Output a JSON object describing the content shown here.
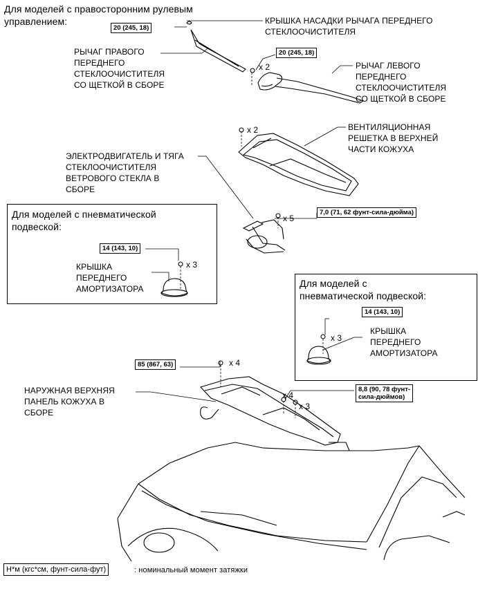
{
  "notes": {
    "rhd_models": "Для моделей с правосторонним рулевым\nуправлением:",
    "air_suspension_left": "Для моделей с пневматической\nподвеской:",
    "air_suspension_right": "Для моделей с\nпневматической подвеской:"
  },
  "labels": {
    "wiper_cap": "КРЫШКА НАСАДКИ РЫЧАГА ПЕРЕДНЕГО\nСТЕКЛООЧИСТИТЕЛЯ",
    "right_wiper_arm": "РЫЧАГ ПРАВОГО\nПЕРЕДНЕГО\nСТЕКЛООЧИСТИТЕЛЯ\nСО ЩЕТКОЙ В СБОРЕ",
    "left_wiper_arm": "РЫЧАГ ЛЕВОГО\nПЕРЕДНЕГО\nСТЕКЛООЧИСТИТЕЛЯ\nСО ЩЕТКОЙ В СБОРЕ",
    "vent_louver": "ВЕНТИЛЯЦИОННАЯ\nРЕШЕТКА В ВЕРХНЕЙ\nЧАСТИ КОЖУХА",
    "wiper_motor": "ЭЛЕКТРОДВИГАТЕЛЬ И ТЯГА\nСТЕКЛООЧИСТИТЕЛЯ\nВЕТРОВОГО СТЕКЛА В\nСБОРЕ",
    "shock_cover_left": "КРЫШКА\nПЕРЕДНЕГО\nАМОРТИЗАТОРА",
    "shock_cover_right": "КРЫШКА\nПЕРЕДНЕГО\nАМОРТИЗАТОРА",
    "cowl_panel": "НАРУЖНАЯ ВЕРХНЯЯ\nПАНЕЛЬ КОЖУХА В\nСБОРЕ"
  },
  "torques": {
    "rhd_arm": "20 (245, 18)",
    "left_arm": "20 (245, 18)",
    "motor": "7,0 (71, 62 фунт-сила-дюйма)",
    "shock_left": "14 (143, 10)",
    "shock_right": "14 (143, 10)",
    "cowl_nut": "85 (867, 63)",
    "cowl_bolt": "8,8 (90, 78 фунт-\nсила-дюймов)"
  },
  "quantities": {
    "left_arm_nut": "x 2",
    "louver_clip": "x 2",
    "motor_bolt": "x 5",
    "shock_left_nut": "x 3",
    "shock_right_nut": "x 3",
    "cowl_nut": "x 4",
    "cowl_bolt": "x 4",
    "cowl_screw": "x 3"
  },
  "legend": {
    "unit": "Н*м (кгс*см, фунт-сила-фут)",
    "description": ": номинальный момент затяжки"
  }
}
